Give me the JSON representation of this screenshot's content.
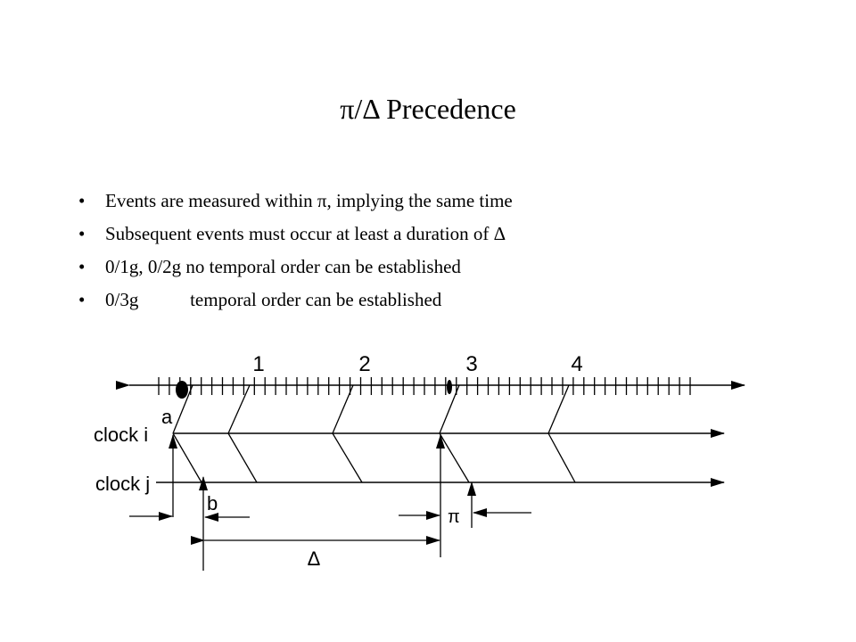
{
  "slide": {
    "title": "π/Δ Precedence",
    "bullet_symbol": "•",
    "bullets": [
      "Events are measured within π, implying the same time",
      "Subsequent events must occur at least a duration of Δ",
      "0/1g, 0/2g no temporal order can be established",
      "0/3g           temporal order can be established"
    ]
  },
  "diagram": {
    "tick_labels": [
      "1",
      "2",
      "3",
      "4"
    ],
    "clock_i_label": "clock i",
    "clock_j_label": "clock j",
    "event_a_label": "a",
    "event_b_label": "b",
    "pi_label": "π",
    "delta_label": "Δ"
  }
}
